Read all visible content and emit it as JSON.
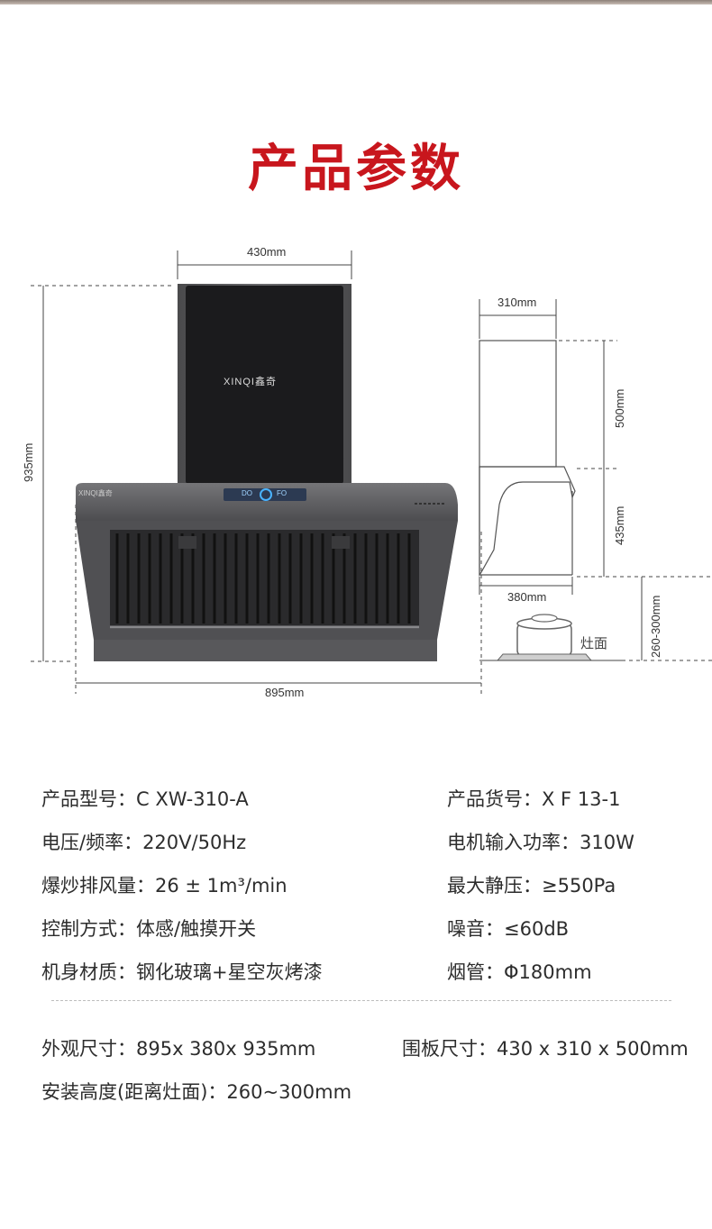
{
  "title": "产品参数",
  "diagram": {
    "width_top": "430mm",
    "height_total": "935mm",
    "width_bottom": "895mm",
    "side_width_top": "310mm",
    "side_height_top": "500mm",
    "side_height_bottom": "435mm",
    "side_depth": "380mm",
    "install_height": "260-300mm",
    "stove_label": "灶面",
    "brand_logo": "XINQI鑫奇",
    "panel_left": "DO",
    "panel_right": "FO"
  },
  "specs_left": [
    "产品型号：C XW-310-A",
    "电压/频率：220V/50Hz",
    "爆炒排风量：26 ± 1m³/min",
    "控制方式：体感/触摸开关",
    "机身材质：钢化玻璃+星空灰烤漆"
  ],
  "specs_right": [
    "产品货号：X F 13-1",
    "电机输入功率：310W",
    "最大静压：≥550Pa",
    "噪音：≤60dB",
    "烟管：Φ180mm"
  ],
  "dimensions": {
    "outer": "外观尺寸：895x 380x 935mm",
    "panel": "围板尺寸：430 x 310 x 500mm",
    "install": "安装高度(距离灶面)：260~300mm"
  },
  "colors": {
    "title_red": "#c8161d",
    "body_gray": "#5a5a5c",
    "glass_black": "#1b1b1d"
  }
}
